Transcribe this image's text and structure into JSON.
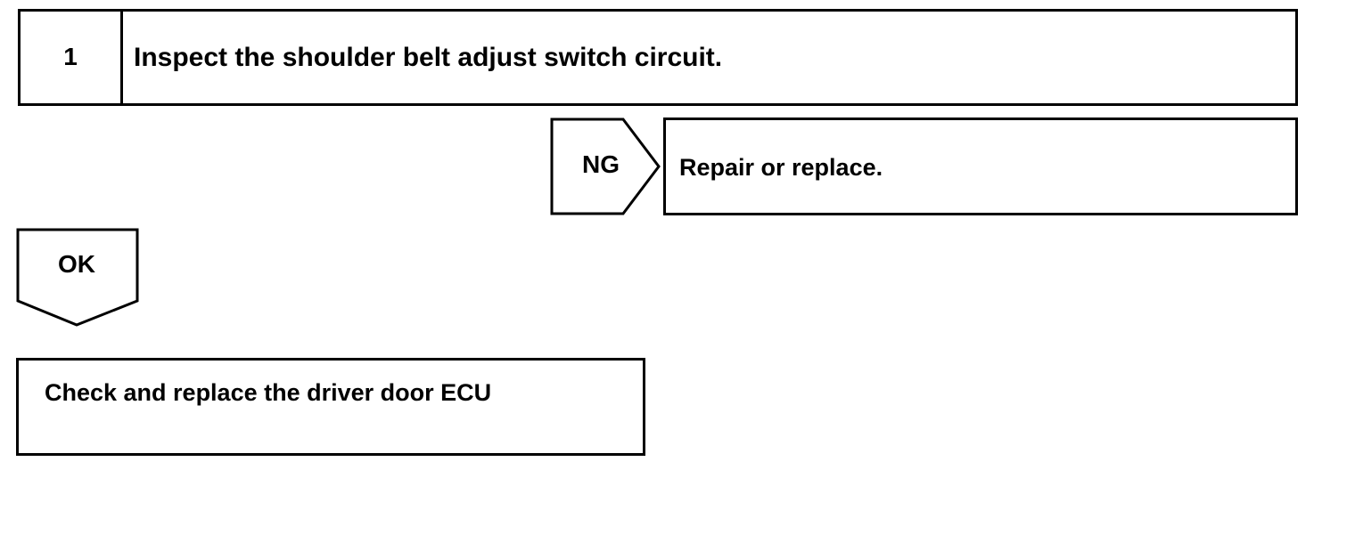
{
  "step": {
    "number": "1",
    "title": "Inspect the shoulder belt adjust switch circuit."
  },
  "ng_branch": {
    "label": "NG",
    "result": "Repair or replace."
  },
  "ok_branch": {
    "label": "OK",
    "result": "Check and replace the driver door ECU"
  }
}
